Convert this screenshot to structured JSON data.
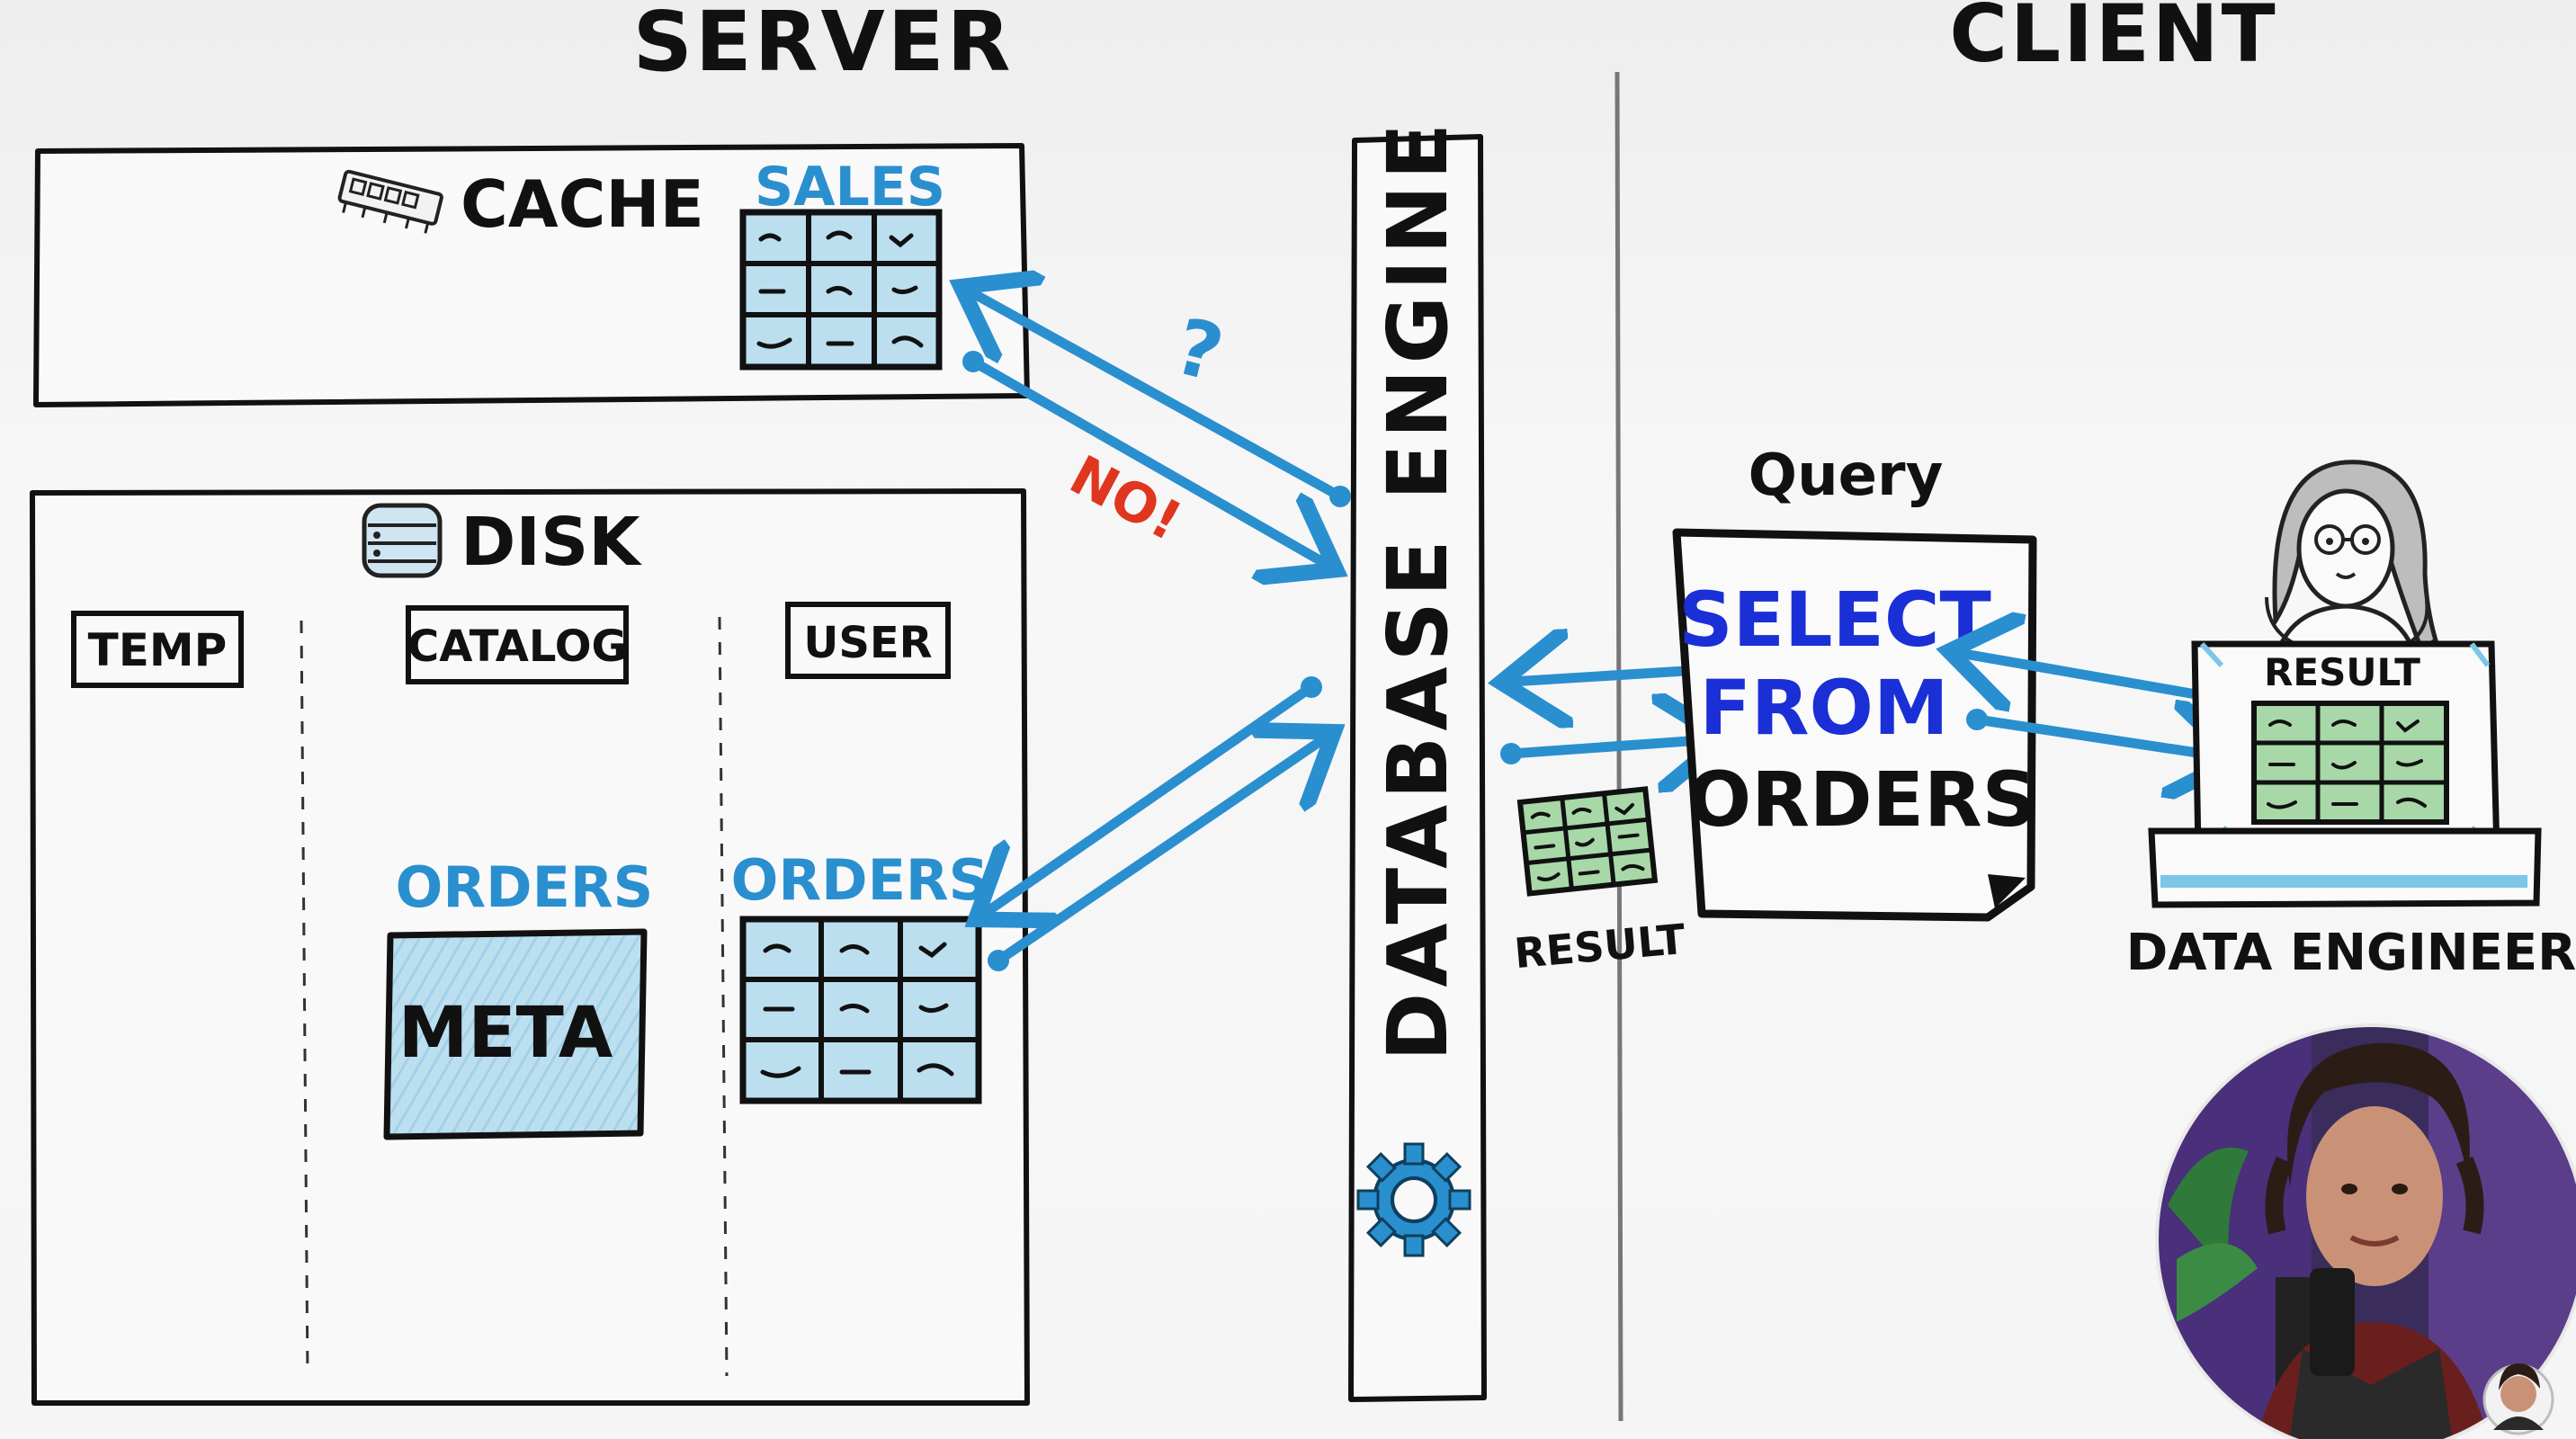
{
  "sections": {
    "server": "SERVER",
    "client": "CLIENT"
  },
  "cache": {
    "label": "CACHE",
    "table_label": "SALES",
    "icon": "ram-stick-icon"
  },
  "disk": {
    "label": "DISK",
    "icon": "database-icon",
    "columns": [
      "TEMP",
      "CATALOG",
      "USER"
    ],
    "catalog_table": "ORDERS",
    "catalog_box": "META",
    "user_table": "ORDERS"
  },
  "engine": {
    "label": "DATABASE ENGINE",
    "icon": "gear-icon"
  },
  "arrows": {
    "question": "?",
    "no": "NO!"
  },
  "query": {
    "title": "Query",
    "line1": "SELECT",
    "line2": "FROM",
    "line3": "ORDERS"
  },
  "result": {
    "label": "RESULT",
    "laptop_label": "RESULT"
  },
  "user": {
    "label": "DATA ENGINEER"
  },
  "colors": {
    "ink": "#111111",
    "blue": "#2a8fcf",
    "light_blue": "#a9d4ea",
    "green": "#9cd39c",
    "red": "#e0351e",
    "query_blue": "#1a2fd6"
  }
}
